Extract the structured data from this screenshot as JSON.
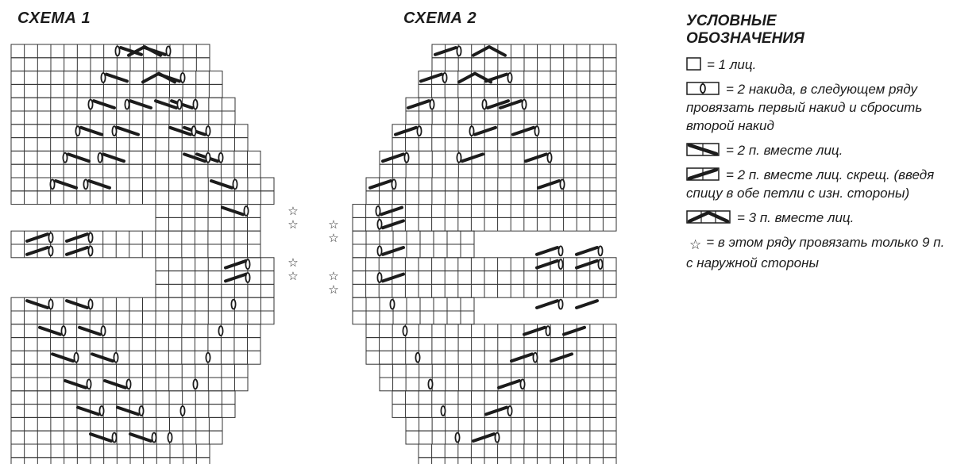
{
  "scheme1": {
    "title": "СХЕМА 1"
  },
  "scheme2": {
    "title": "СХЕМА 2"
  },
  "legend": {
    "heading_line1": "УСЛОВНЫЕ",
    "heading_line2": "ОБОЗНАЧЕНИЯ",
    "items": [
      {
        "icon": "empty-cell-icon",
        "text": "= 1 лиц."
      },
      {
        "icon": "double-yarn-over-icon",
        "text": "= 2 накида, в следующем ряду провязать первый накид и сбросить второй накид"
      },
      {
        "icon": "knit-two-together-icon",
        "text": "= 2 п. вместе лиц."
      },
      {
        "icon": "knit-two-together-crossed-icon",
        "text": "= 2 п. вместе лиц. скрещ. (введя спицу в обе петли с изн. стороны)"
      },
      {
        "icon": "knit-three-together-icon",
        "text": "= 3 п. вместе лиц."
      },
      {
        "icon": "star-icon",
        "text": "= в этом ряду провязать только 9 п. с наружной стороны"
      }
    ]
  },
  "star_symbol": "☆",
  "colors": {
    "ink": "#1c1c1c",
    "grid": "#333333",
    "background": "#ffffff"
  }
}
